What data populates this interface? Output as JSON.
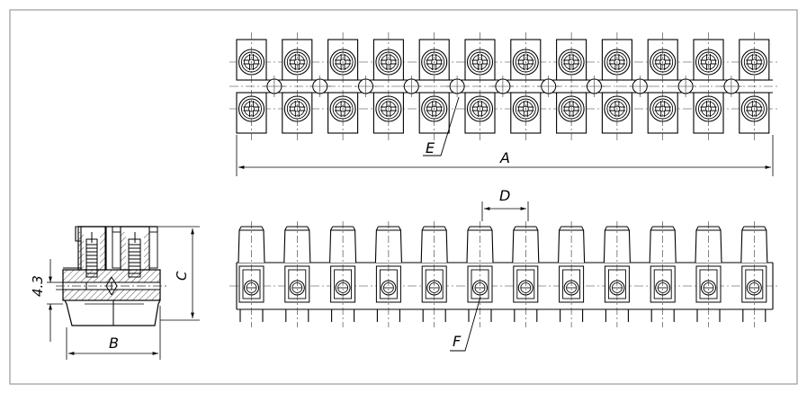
{
  "diagram": {
    "terminal_count": 12,
    "labels": {
      "A": "A",
      "B": "B",
      "C": "C",
      "D": "D",
      "E": "E",
      "F": "F",
      "hole_dim": "4.3"
    },
    "colors": {
      "line": "#000000",
      "frame": "#9a9a9a",
      "center_line": "#333333",
      "background": "#ffffff"
    }
  }
}
